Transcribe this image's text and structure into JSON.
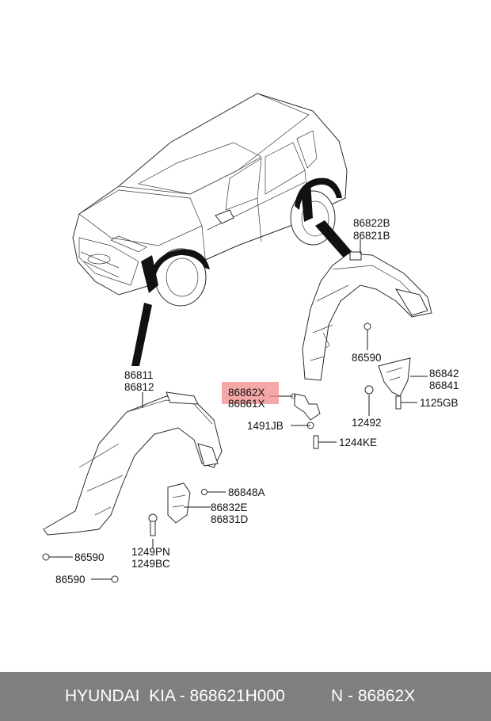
{
  "labels": {
    "p86822B": "86822B",
    "p86821B": "86821B",
    "p86590_rear": "86590",
    "p86842": "86842",
    "p86841": "86841",
    "p12492": "12492",
    "p1125GB": "1125GB",
    "p86862X": "86862X",
    "p86861X": "86861X",
    "p1491JB": "1491JB",
    "p1244KE": "1244KE",
    "p86811": "86811",
    "p86812": "86812",
    "p86848A": "86848A",
    "p86832E": "86832E",
    "p86831D": "86831D",
    "p1249PN": "1249PN",
    "p1249BC": "1249BC",
    "p86590_a": "86590",
    "p86590_b": "86590"
  },
  "highlight_color": "#f28b8b",
  "footer": {
    "brand": "HYUNDAI  KIA - 868621H000",
    "code": "N - 86862X"
  }
}
